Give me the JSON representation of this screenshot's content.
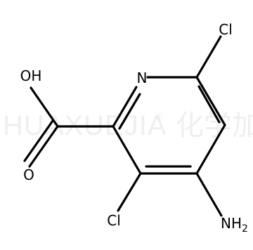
{
  "watermark": {
    "latin": "HUAXUEJIA",
    "registered": "®",
    "cjk": "化学加"
  },
  "molecule": {
    "atoms": {
      "oh": "OH",
      "o": "O",
      "n": "N",
      "cl_top": "Cl",
      "cl_bottom": "Cl",
      "nh2_base": "NH",
      "nh2_sub": "2"
    }
  }
}
